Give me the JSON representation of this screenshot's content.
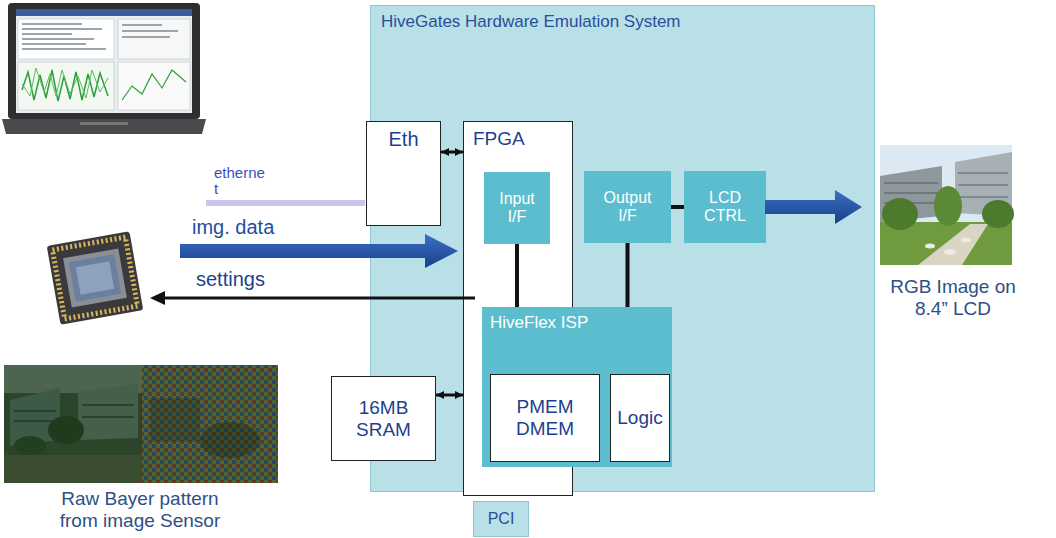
{
  "diagram": {
    "nodes": [
      {
        "text": [
          "HiveGates Hardware Emulation System"
        ]
      },
      {
        "text": [
          "Eth"
        ],
        "in": 0
      },
      {
        "text": [
          "FPGA"
        ],
        "in": 0
      },
      {
        "text": [
          "Input I/F"
        ],
        "in": 2
      },
      {
        "text": [
          "Output I/F"
        ],
        "in": 0
      },
      {
        "text": [
          "LCD CTRL"
        ],
        "in": 0
      },
      {
        "text": [
          "HiveFlex ISP"
        ],
        "in": 2
      },
      {
        "text": [
          "PMEM DMEM"
        ],
        "in": 6
      },
      {
        "text": [
          "Logic"
        ],
        "in": 6
      },
      {
        "text": [
          "16MB SRAM"
        ],
        "in": 0
      },
      {
        "text": [
          "PCI"
        ],
        "in": 0
      }
    ],
    "edges": [
      {
        "from": 1,
        "to": 2,
        "arrow": "both"
      },
      {
        "from": 3,
        "to": 6,
        "arrow": "none"
      },
      {
        "from": 4,
        "to": 5,
        "arrow": "none"
      },
      {
        "from": 4,
        "to": 6,
        "arrow": "none"
      },
      {
        "from": 9,
        "to": 2,
        "arrow": "both"
      }
    ],
    "labels": [
      "etherne t",
      "img. data",
      "settings",
      "RGB Image on 8.4” LCD",
      "Raw Bayer pattern from image Sensor"
    ]
  }
}
